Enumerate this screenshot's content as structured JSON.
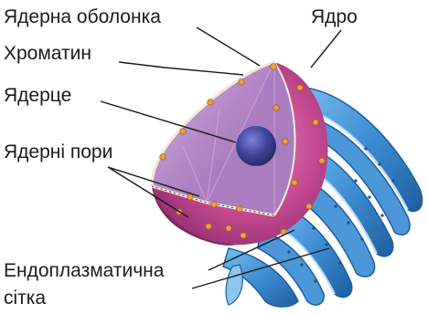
{
  "labels": {
    "nuclear_envelope": "Ядерна оболонка",
    "nucleus": "Ядро",
    "chromatin": "Хроматин",
    "nucleolus": "Ядерце",
    "nuclear_pores": "Ядерні пори",
    "er_line1": "Ендоплазматична",
    "er_line2": "сітка"
  },
  "colors": {
    "nucleus_outer": "#c34a8e",
    "nucleus_cut": "#b487c6",
    "nucleolus": "#3d3f95",
    "pores": "#f0a040",
    "er": "#3f8fd2",
    "er_light": "#8fc6ee"
  }
}
